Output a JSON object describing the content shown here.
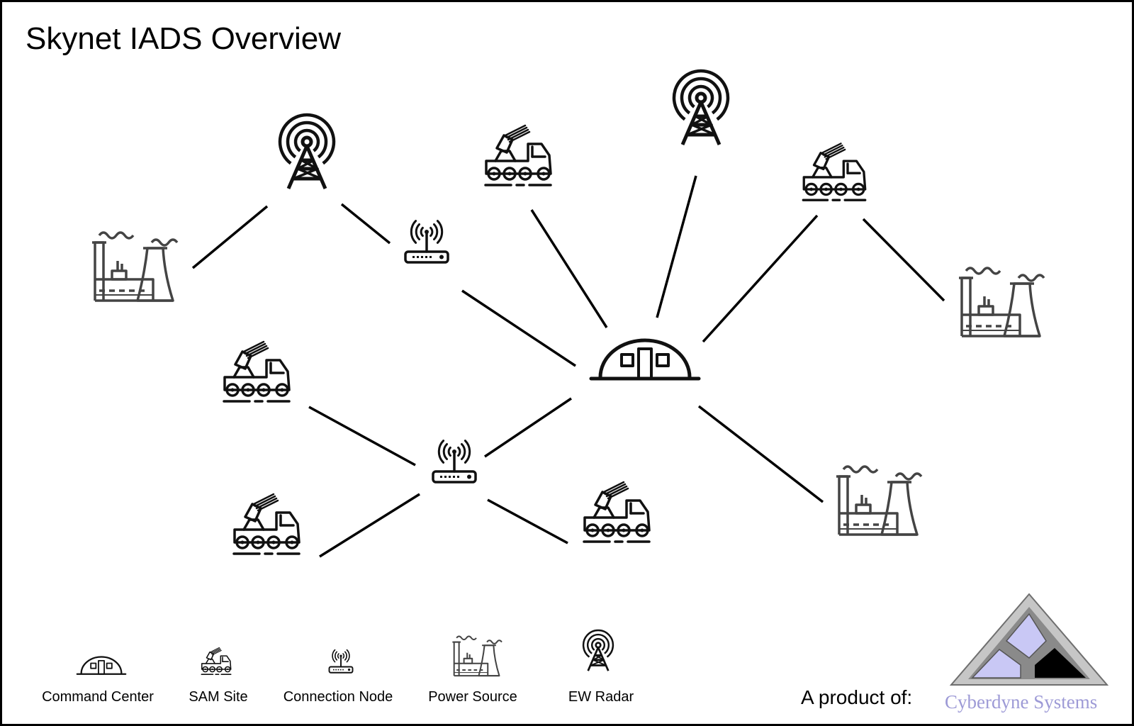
{
  "title": "Skynet IADS Overview",
  "nodes": [
    {
      "id": "cc",
      "type": "command_center"
    },
    {
      "id": "cn1",
      "type": "connection_node"
    },
    {
      "id": "cn2",
      "type": "connection_node"
    },
    {
      "id": "ew1",
      "type": "ew_radar"
    },
    {
      "id": "ew2",
      "type": "ew_radar"
    },
    {
      "id": "sam1",
      "type": "sam_site"
    },
    {
      "id": "sam2",
      "type": "sam_site"
    },
    {
      "id": "sam3",
      "type": "sam_site"
    },
    {
      "id": "sam4",
      "type": "sam_site"
    },
    {
      "id": "sam5",
      "type": "sam_site"
    },
    {
      "id": "pw1",
      "type": "power_source"
    },
    {
      "id": "pw2",
      "type": "power_source"
    },
    {
      "id": "pw3",
      "type": "power_source"
    }
  ],
  "links": [
    [
      "pw1",
      "ew1"
    ],
    [
      "ew1",
      "cn1"
    ],
    [
      "cn1",
      "cc"
    ],
    [
      "sam1",
      "cc"
    ],
    [
      "ew2",
      "cc"
    ],
    [
      "sam2",
      "cc"
    ],
    [
      "sam2",
      "pw2"
    ],
    [
      "cc",
      "cn2"
    ],
    [
      "cc",
      "pw3"
    ],
    [
      "sam3",
      "cn2"
    ],
    [
      "cn2",
      "sam4"
    ],
    [
      "cn2",
      "sam5"
    ]
  ],
  "legend": [
    {
      "type": "command_center",
      "label": "Command Center"
    },
    {
      "type": "sam_site",
      "label": "SAM Site"
    },
    {
      "type": "connection_node",
      "label": "Connection Node"
    },
    {
      "type": "power_source",
      "label": "Power Source"
    },
    {
      "type": "ew_radar",
      "label": "EW Radar"
    }
  ],
  "icons": {
    "command_center": "command-center-icon",
    "sam_site": "sam-site-icon",
    "connection_node": "connection-node-icon",
    "power_source": "power-source-icon",
    "ew_radar": "ew-radar-icon"
  },
  "footer": {
    "product_label": "A product of:",
    "brand_name": "Cyberdyne Systems"
  },
  "colors": {
    "line": "#000000",
    "icon": "#111111",
    "power_icon": "#444444",
    "logo_light": "#c9c8f5",
    "logo_dark": "#000000",
    "logo_border": "#777777",
    "brand_text": "#9d9ad6"
  }
}
